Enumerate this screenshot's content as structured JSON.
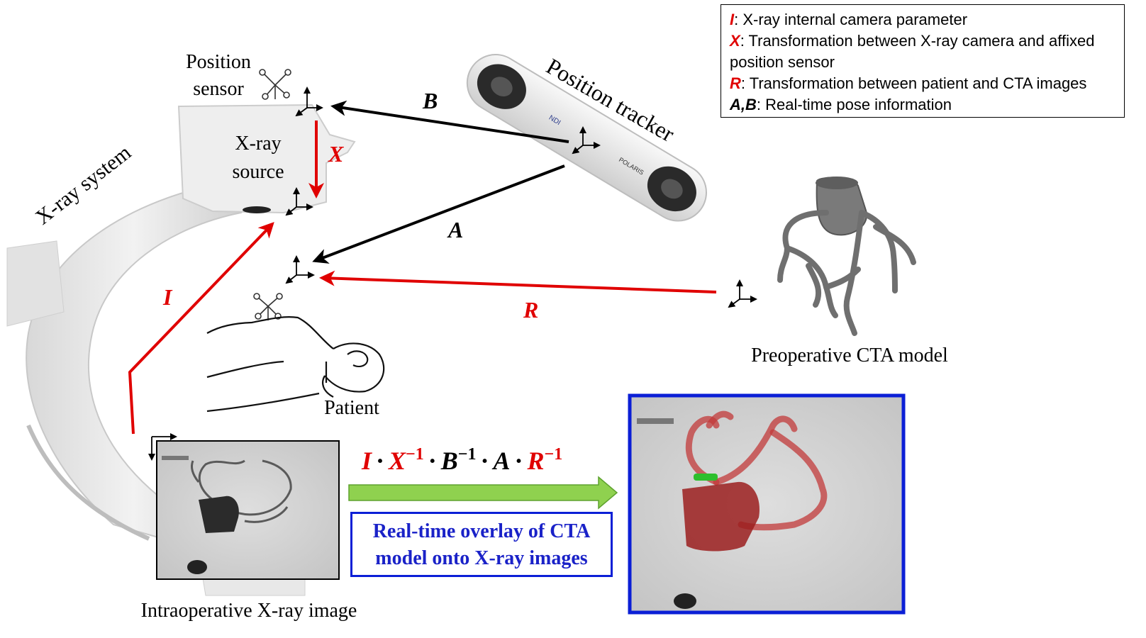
{
  "labels": {
    "position_sensor_line1": "Position",
    "position_sensor_line2": "sensor",
    "xray_source_line1": "X-ray",
    "xray_source_line2": "source",
    "xray_system": "X-ray system",
    "position_tracker": "Position tracker",
    "patient": "Patient",
    "preoperative_cta": "Preoperative CTA model",
    "intraoperative_xray": "Intraoperative X-ray image",
    "tracker_brand_left": "NDI",
    "tracker_brand_right": "POLARIS"
  },
  "arrows": {
    "B": "B",
    "A": "A",
    "X": "X",
    "I": "I",
    "R": "R"
  },
  "legend": {
    "items": [
      {
        "key": "I",
        "text": ": X-ray internal camera parameter",
        "key_color": "#e00000"
      },
      {
        "key": "X",
        "text": ": Transformation between X-ray camera and affixed position sensor",
        "key_color": "#e00000"
      },
      {
        "key": "R",
        "text": ": Transformation between patient and CTA images",
        "key_color": "#e00000"
      },
      {
        "key": "A,B",
        "text": ": Real-time pose information",
        "key_color": "#000000"
      }
    ]
  },
  "formula": {
    "t1": "I",
    "t2": "X",
    "t3": "B",
    "t4": "A",
    "t5": "R",
    "inv": "−1",
    "dot": "·"
  },
  "overlay_box": {
    "line1": "Real-time overlay of CTA",
    "line2": "model onto X-ray images"
  },
  "colors": {
    "red": "#e00000",
    "black": "#000000",
    "blue_border": "#0b1fd6",
    "blue_text": "#1a22c8",
    "green_arrow": "#8fd14f"
  }
}
